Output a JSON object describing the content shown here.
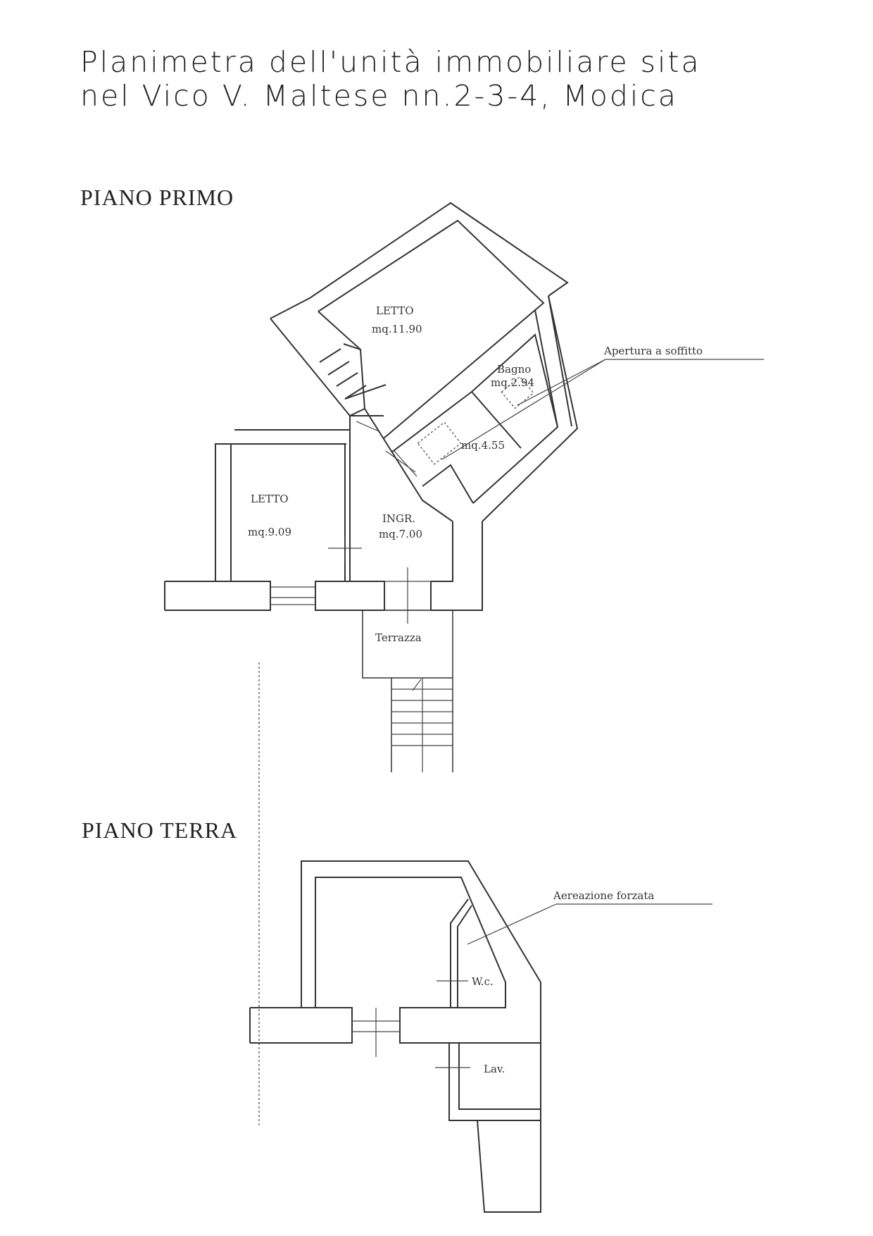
{
  "title": {
    "line1": "Planimetra dell'unità immobiliare sita",
    "line2": "nel Vico V. Maltese nn.2-3-4, Modica"
  },
  "piano_primo": {
    "heading": "PIANO PRIMO",
    "rooms": {
      "letto_top": {
        "name": "LETTO",
        "area": "mq.11.90"
      },
      "bagno": {
        "name": "Bagno",
        "area": "mq.2.94"
      },
      "disimpegno": {
        "area": "mq.4.55"
      },
      "letto_left": {
        "name": "LETTO",
        "area": "mq.9.09"
      },
      "ingresso": {
        "name": "INGR.",
        "area": "mq.7.00"
      },
      "terrazza": {
        "name": "Terrazza"
      }
    },
    "callout": "Apertura a soffitto"
  },
  "piano_terra": {
    "heading": "PIANO TERRA",
    "rooms": {
      "wc": {
        "name": "W.c."
      },
      "lav": {
        "name": "Lav."
      }
    },
    "callout": "Aereazione forzata"
  }
}
